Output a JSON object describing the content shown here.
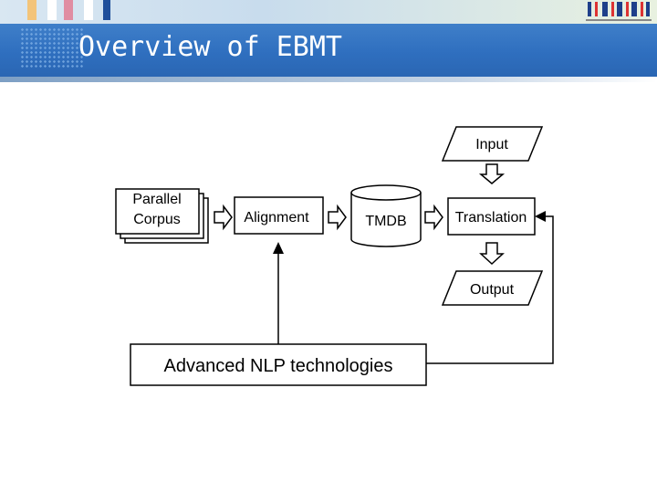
{
  "title": "Overview of EBMT",
  "nodes": {
    "input": "Input",
    "parallel_corpus_line1": "Parallel",
    "parallel_corpus_line2": "Corpus",
    "alignment": "Alignment",
    "tmdb": "TMDB",
    "translation": "Translation",
    "output": "Output",
    "nlp": "Advanced NLP technologies"
  },
  "colors": {
    "banner": "#2f6fbf",
    "title_text": "#ffffff",
    "stroke": "#000000"
  }
}
